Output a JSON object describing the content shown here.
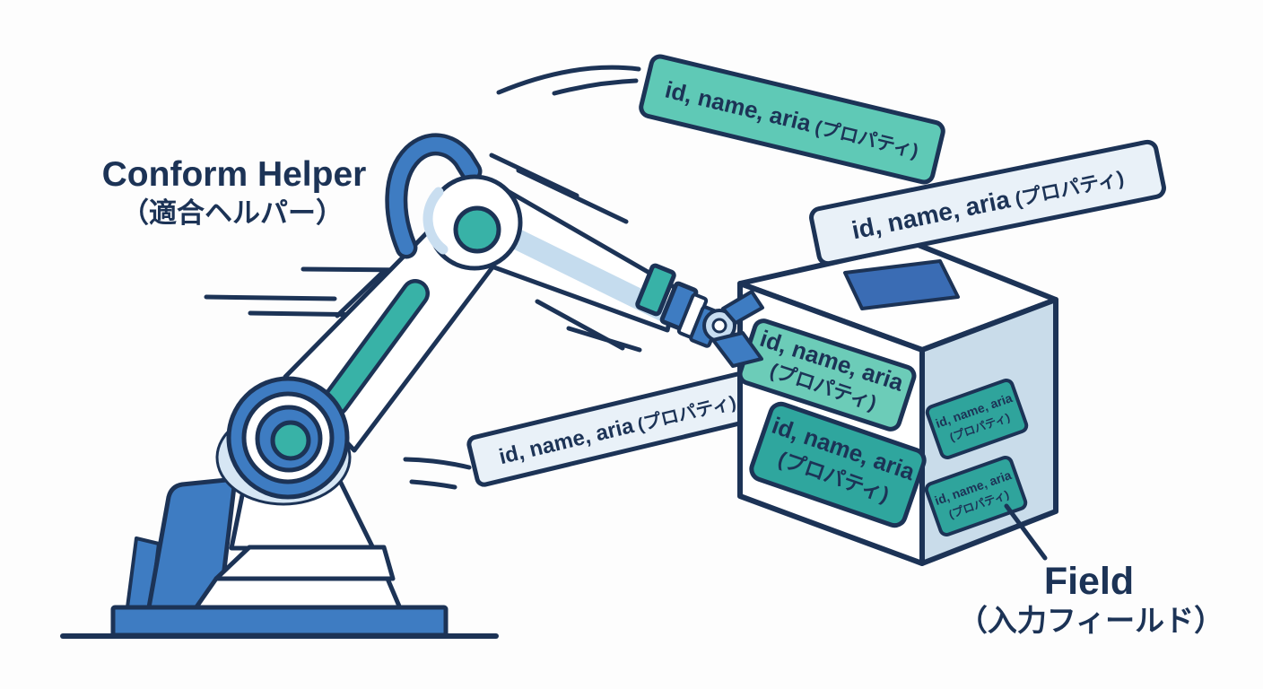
{
  "labels": {
    "conform_helper": {
      "title": "Conform Helper",
      "subtitle": "（適合ヘルパー）"
    },
    "field": {
      "title": "Field",
      "subtitle": "（入力フィールド）"
    }
  },
  "tags": {
    "flying": [
      {
        "name": "tag-flying-top",
        "text": "id, name, aria",
        "suffix": "(プロパティ)"
      },
      {
        "name": "tag-flying-upper-right",
        "text": "id, name, aria",
        "suffix": "(プロパティ)"
      },
      {
        "name": "tag-flying-middle",
        "text": "id, name, aria",
        "suffix": "(プロパティ)"
      }
    ],
    "box_front": [
      {
        "line1": "id, name, aria",
        "line2": "(プロパティ)"
      },
      {
        "line1": "id, name, aria",
        "line2": "(プロパティ)"
      }
    ],
    "box_side": [
      {
        "line1": "id, name, aria",
        "line2": "(プロパティ)"
      },
      {
        "line1": "id, name, aria",
        "line2": "(プロパティ)"
      }
    ]
  },
  "colors": {
    "outline_navy": "#1c3356",
    "blue": "#3e7cc2",
    "slot_blue": "#3a6cb4",
    "teal": "#38b2a7",
    "teal_banner": "#5fc9b6",
    "teal_label_light": "#6cccb8",
    "teal_label_dark": "#2fa69e",
    "light_banner": "#e9f1f8",
    "box_side_face": "#c9dcea",
    "light_blue_shade": "#c8ddf0",
    "background": "#fdfdfd"
  }
}
